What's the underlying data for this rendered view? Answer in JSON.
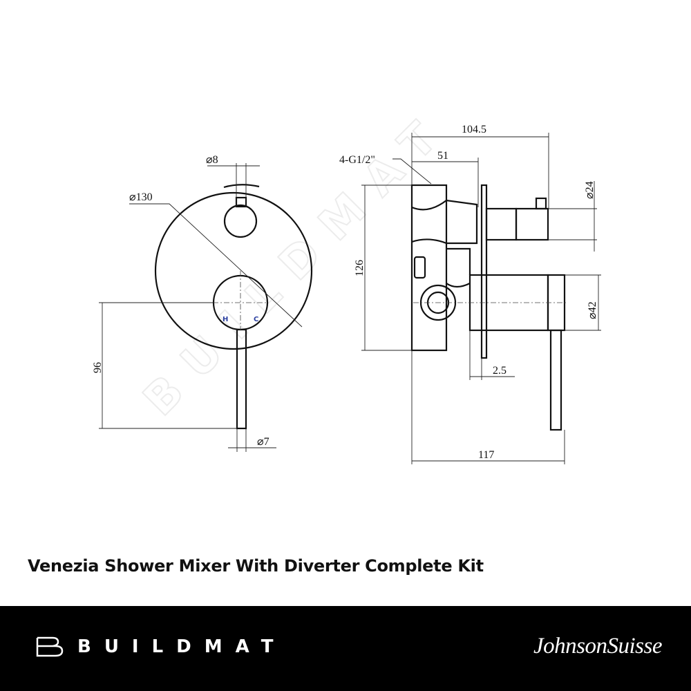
{
  "product": {
    "title": "Venezia Shower Mixer With Diverter Complete Kit"
  },
  "watermark": {
    "text": "BUILDMAT"
  },
  "front_view": {
    "dims": {
      "knob_dia": "⌀8",
      "plate_dia": "⌀130",
      "height": "96",
      "lever_dia": "⌀7"
    },
    "labels": {
      "hot": "H",
      "cold": "C"
    },
    "label_color": "#2b3fa0"
  },
  "side_view": {
    "dims": {
      "depth_total": "104.5",
      "depth_body": "51",
      "inlets": "4-G1/2\"",
      "knob_dia": "⌀24",
      "body_height": "126",
      "handle_dia": "⌀42",
      "plate_thickness": "2.5",
      "overall": "117"
    }
  },
  "footer": {
    "brand_left": "BUILDMAT",
    "brand_right": "JohnsonSuisse"
  }
}
